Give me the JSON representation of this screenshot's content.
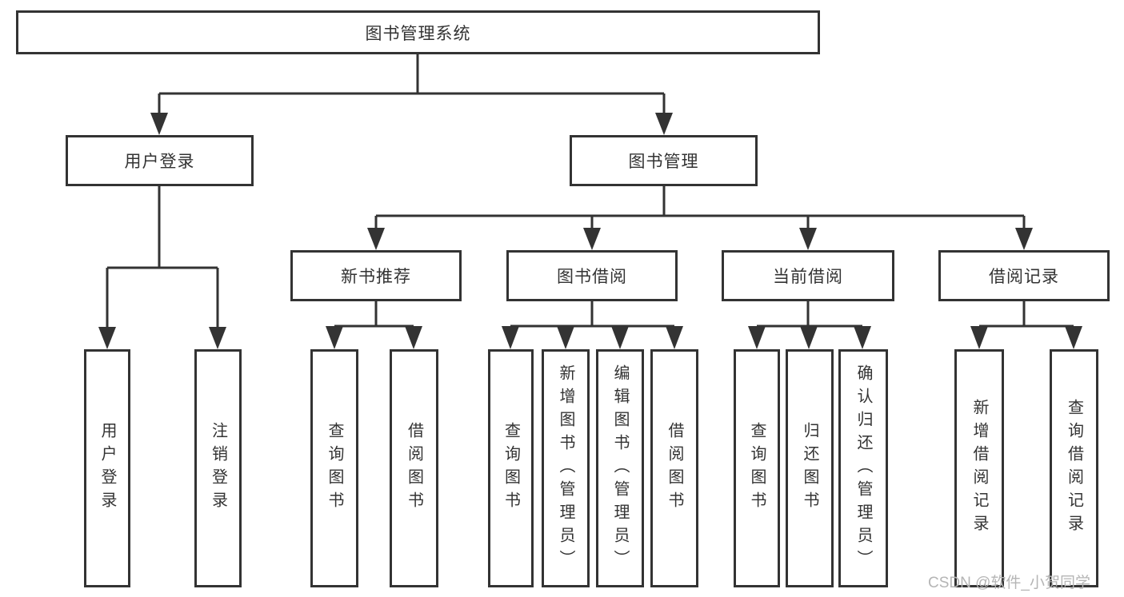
{
  "colors": {
    "line": "#333333",
    "text": "#333333",
    "bg": "#ffffff",
    "watermark-color": "#b5b5b5"
  },
  "watermark": {
    "text": "CSDN @软件_小贺同学"
  },
  "tree": {
    "root": {
      "label": "图书管理系统",
      "children": [
        {
          "label": "用户登录",
          "children": [
            {
              "label": "用户登录"
            },
            {
              "label": "注销登录"
            }
          ]
        },
        {
          "label": "图书管理",
          "children": [
            {
              "label": "新书推荐",
              "children": [
                {
                  "label": "查询图书"
                },
                {
                  "label": "借阅图书"
                }
              ]
            },
            {
              "label": "图书借阅",
              "children": [
                {
                  "label": "查询图书"
                },
                {
                  "label": "新增图书（管理员）"
                },
                {
                  "label": "编辑图书（管理员）"
                },
                {
                  "label": "借阅图书"
                }
              ]
            },
            {
              "label": "当前借阅",
              "children": [
                {
                  "label": "查询图书"
                },
                {
                  "label": "归还图书"
                },
                {
                  "label": "确认归还（管理员）"
                }
              ]
            },
            {
              "label": "借阅记录",
              "children": [
                {
                  "label": "新增借阅记录"
                },
                {
                  "label": "查询借阅记录"
                }
              ]
            }
          ]
        }
      ]
    }
  }
}
